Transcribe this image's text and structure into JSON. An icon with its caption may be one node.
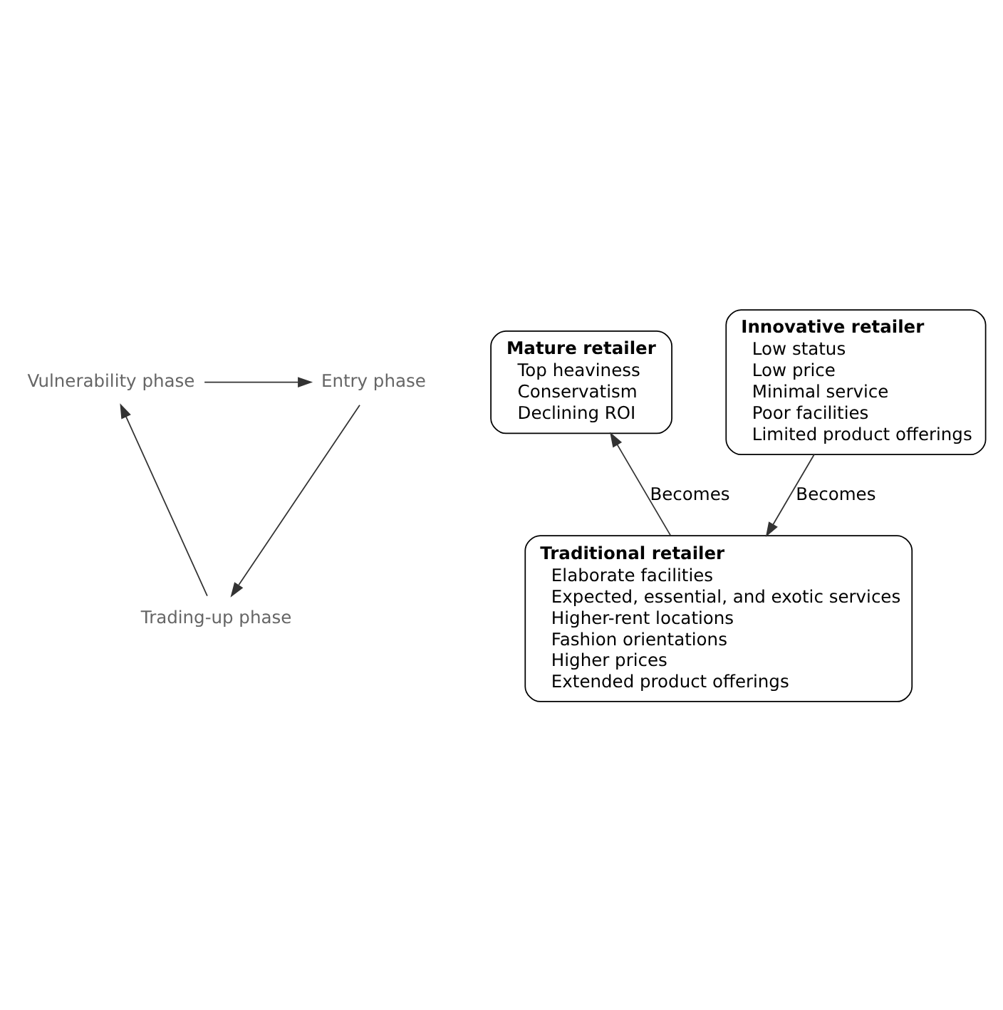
{
  "diagram": {
    "nodes": [
      {
        "text": [
          "Vulnerability phase"
        ]
      },
      {
        "text": [
          "Entry phase"
        ]
      },
      {
        "text": [
          "Mature retailer",
          "Top heaviness",
          "Conservatism",
          "Declining ROI"
        ]
      },
      {
        "text": [
          "Innovative retailer",
          "Low status",
          "Low price",
          "Minimal service",
          "Poor facilities",
          "Limited product offerings"
        ]
      },
      {
        "text": [
          "Traditional retailer",
          "Elaborate facilities",
          "Expected, essential, and exotic services",
          "Higher-rent locations",
          "Fashion orientations",
          "Higher prices",
          "Extended product offerings"
        ]
      },
      {
        "text": [
          "Trading-up phase"
        ]
      }
    ],
    "edges": [
      {
        "from": 3,
        "to": 4,
        "arrow": "to",
        "label": "Becomes"
      },
      {
        "from": 4,
        "to": 2,
        "arrow": "to",
        "label": "Becomes"
      },
      {
        "from": 0,
        "to": 1,
        "arrow": "to"
      },
      {
        "from": 1,
        "to": 5,
        "arrow": "to"
      },
      {
        "from": 5,
        "to": 0,
        "arrow": "to"
      }
    ]
  }
}
